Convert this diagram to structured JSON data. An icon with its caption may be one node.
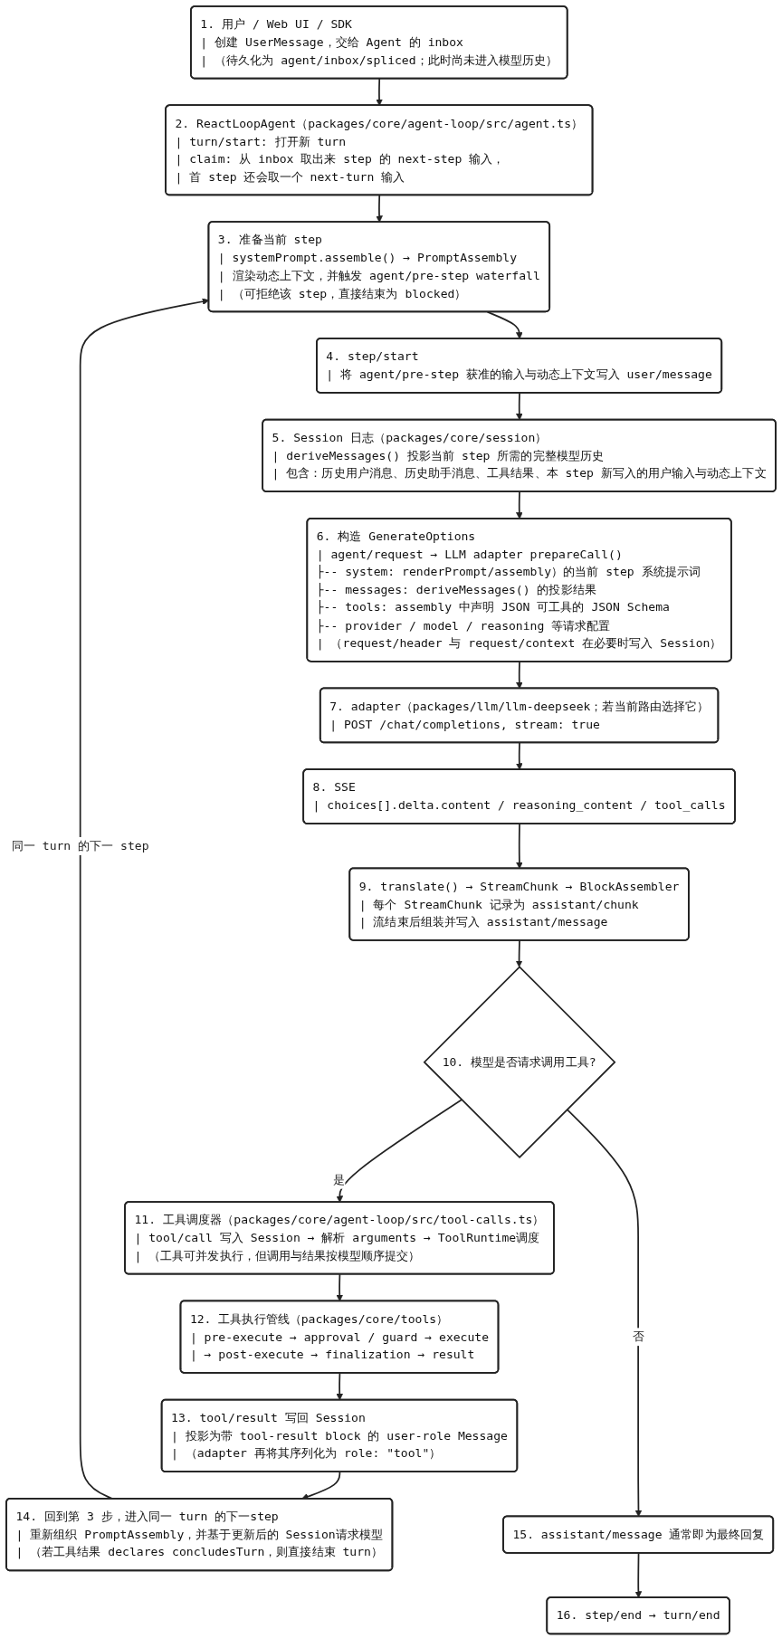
{
  "diagram": {
    "nodes": [
      {
        "text": [
          "1. 用户 / Web UI / SDK",
          "| 创建 UserMessage，交给 Agent 的 inbox",
          "| （待久化为 agent/inbox/spliced；此时尚未进入模型历史）"
        ]
      },
      {
        "text": [
          "2. ReactLoopAgent（packages/core/agent-loop/src/agent.ts）",
          "| turn/start: 打开新 turn",
          "| claim: 从 inbox 取出来 step 的 next-step 输入，",
          "| 首 step 还会取一个 next-turn 输入"
        ]
      },
      {
        "text": [
          "3. 准备当前 step",
          "| systemPrompt.assemble() → PromptAssembly",
          "| 渲染动态上下文，并触发 agent/pre-step waterfall",
          "| （可拒绝该 step，直接结束为 blocked）"
        ]
      },
      {
        "text": [
          "4. step/start",
          "| 将 agent/pre-step 获准的输入与动态上下文写入 user/message"
        ]
      },
      {
        "text": [
          "5. Session 日志（packages/core/session）",
          "| deriveMessages() 投影当前 step 所需的完整模型历史",
          "| 包含：历史用户消息、历史助手消息、工具结果、本 step 新写入的用户输入与动态上下文"
        ]
      },
      {
        "text": [
          "6. 构造 GenerateOptions",
          "| agent/request → LLM adapter prepareCall()",
          "├-- system: renderPrompt/assembly）的当前 step 系统提示词",
          "├-- messages: deriveMessages() 的投影结果",
          "├-- tools: assembly 中声明 JSON 可工具的 JSON Schema",
          "├-- provider / model / reasoning 等请求配置",
          "| （request/header 与 request/context 在必要时写入 Session）"
        ]
      },
      {
        "text": [
          "7. adapter（packages/llm/llm-deepseek；若当前路由选择它）",
          "| POST /chat/completions, stream: true"
        ]
      },
      {
        "text": [
          "8. SSE",
          "| choices[].delta.content / reasoning_content / tool_calls"
        ]
      },
      {
        "text": [
          "9. translate() → StreamChunk → BlockAssembler",
          "| 每个 StreamChunk 记录为 assistant/chunk",
          "| 流结束后组装并写入 assistant/message"
        ]
      },
      {
        "text": [
          "10. 模型是否请求调用工具?"
        ]
      },
      {
        "text": [
          "11. 工具调度器（packages/core/agent-loop/src/tool-calls.ts）",
          "| tool/call 写入 Session → 解析 arguments → ToolRuntime调度",
          "| （工具可并发执行，但调用与结果按模型顺序提交）"
        ]
      },
      {
        "text": [
          "12. 工具执行管线（packages/core/tools）",
          "| pre-execute → approval / guard → execute",
          "| → post-execute → finalization → result"
        ]
      },
      {
        "text": [
          "13. tool/result 写回 Session",
          "| 投影为带 tool-result block 的 user-role Message",
          "| （adapter 再将其序列化为 role: \"tool\"）"
        ]
      },
      {
        "text": [
          "14. 回到第 3 步，进入同一 turn 的下一step",
          "| 重新组织 PromptAssembly，并基于更新后的 Session请求模型",
          "| （若工具结果 declares concludesTurn，则直接结束 turn）"
        ]
      },
      {
        "text": [
          "15. assistant/message 通常即为最终回复"
        ]
      },
      {
        "text": [
          "16. step/end → turn/end"
        ]
      }
    ],
    "edges": [
      {
        "from": 0,
        "to": 1,
        "arrow": "to"
      },
      {
        "from": 1,
        "to": 2,
        "arrow": "to"
      },
      {
        "from": 2,
        "to": 3,
        "arrow": "to"
      },
      {
        "from": 3,
        "to": 4,
        "arrow": "to"
      },
      {
        "from": 4,
        "to": 5,
        "arrow": "to"
      },
      {
        "from": 5,
        "to": 6,
        "arrow": "to"
      },
      {
        "from": 6,
        "to": 7,
        "arrow": "to"
      },
      {
        "from": 7,
        "to": 8,
        "arrow": "to"
      },
      {
        "from": 8,
        "to": 9,
        "arrow": "to"
      },
      {
        "from": 9,
        "to": 10,
        "arrow": "to",
        "label": "是"
      },
      {
        "from": 10,
        "to": 11,
        "arrow": "to"
      },
      {
        "from": 11,
        "to": 12,
        "arrow": "to"
      },
      {
        "from": 12,
        "to": 13,
        "arrow": "to"
      },
      {
        "from": 13,
        "to": 2,
        "arrow": "to",
        "label": "同一 turn 的下一 step"
      },
      {
        "from": 9,
        "to": 14,
        "arrow": "to",
        "label": "否"
      },
      {
        "from": 14,
        "to": 15,
        "arrow": "to"
      }
    ]
  }
}
